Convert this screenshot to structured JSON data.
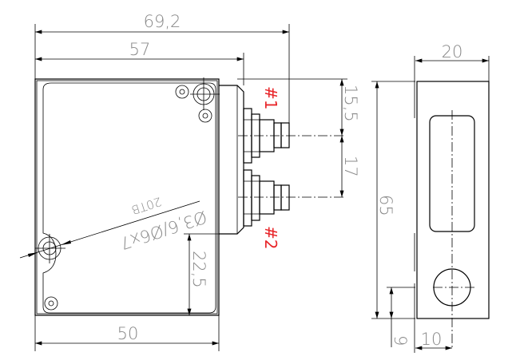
{
  "dimensions": {
    "overall_width": "69,2",
    "body_with_plate": "57",
    "body_width": "50",
    "connector1_offset": "15,5",
    "connector_pitch": "17",
    "hole_offset": "22,5",
    "hole_spec": "Ø3,6/Ø6x7",
    "hole_note": "20TB",
    "depth": "20",
    "height": "65",
    "hole_from_bottom": "9",
    "hole_from_side": "10"
  },
  "labels": {
    "connector1": "#1",
    "connector2": "#2"
  },
  "colors": {
    "label": "#e8262a",
    "dimension_text": "#888888"
  }
}
